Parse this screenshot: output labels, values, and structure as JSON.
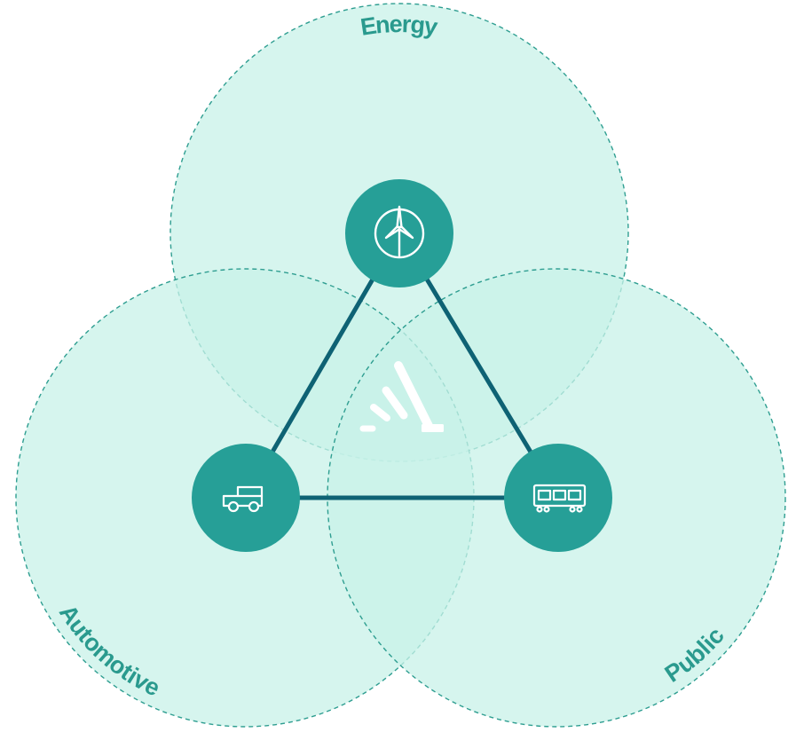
{
  "labels": {
    "energy": "Energy",
    "automotive": "Automotive",
    "public": "Public"
  },
  "icons": {
    "energy": "wind-turbine-icon",
    "automotive": "vehicle-icon",
    "public": "train-icon",
    "center": "signal-logo-icon"
  },
  "colors": {
    "circle_fill": "#c8f2e8",
    "circle_stroke": "#2f9e91",
    "node_fill": "#269f97",
    "edge": "#0e6274",
    "label": "#2a9a8e",
    "icon": "#ffffff"
  }
}
